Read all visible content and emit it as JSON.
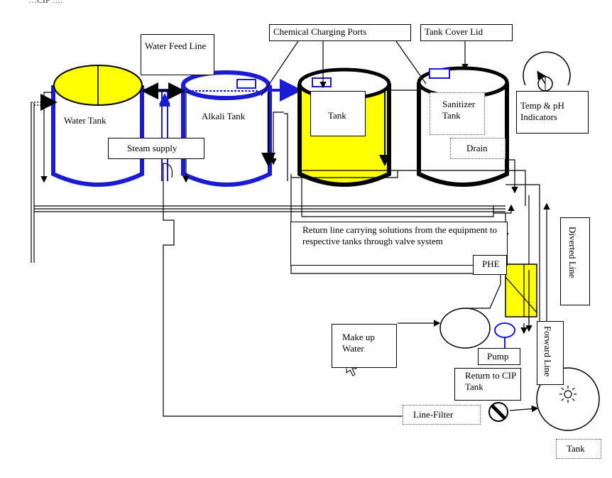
{
  "title_fragment": "…CIP ….",
  "labels": {
    "chemical_ports": "Chemical Charging Ports",
    "tank_cover_lid": "Tank Cover Lid",
    "water_feed_line": "Water Feed Line",
    "water_tank": "Water Tank",
    "alkali_tank": "Alkali Tank",
    "acid_tank": "Tank",
    "sanitizer_tank": "Sanitizer Tank",
    "temp_ph": "Temp & pH Indicators",
    "steam_supply": "Steam supply",
    "drain": "Drain",
    "return_line": "Return line carrying solutions from the equipment to respective tanks through valve system",
    "diverted_line": "Diverted Line",
    "phe": "PHE",
    "make_up_water": "Make up Water",
    "pump": "Pump",
    "forward_line": "Forward Line",
    "return_to_cip": "Return to CIP Tank",
    "line_filter": "Line-Filter",
    "tank_bottom": "Tank"
  },
  "colors": {
    "blue": "#1b1bd6",
    "yellow": "#ffff00",
    "line": "#000000"
  },
  "icons": [
    "mouse-cursor-icon",
    "sun-icon",
    "valve-icon",
    "gauge-icon"
  ]
}
